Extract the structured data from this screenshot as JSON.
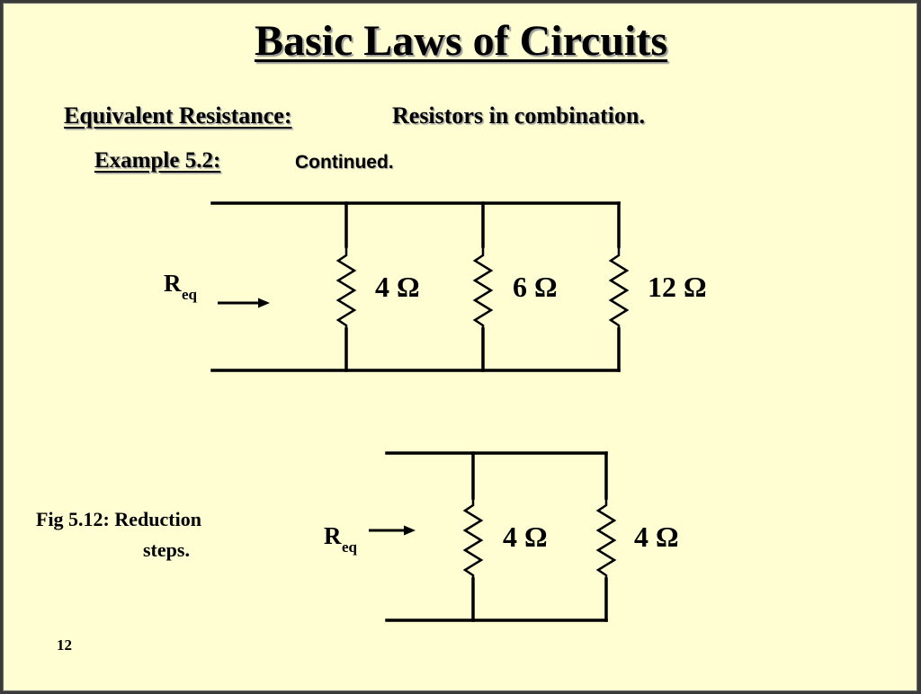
{
  "title": "Basic Laws of Circuits",
  "subtitle": {
    "label": "Equivalent Resistance:",
    "text": "Resistors in combination."
  },
  "example": {
    "label": "Example 5.2:",
    "text": "Continued."
  },
  "circuit_top": {
    "req_main": "R",
    "req_sub": "eq",
    "resistors": [
      "4 Ω",
      "6 Ω",
      "12 Ω"
    ]
  },
  "circuit_bottom": {
    "req_main": "R",
    "req_sub": "eq",
    "resistors": [
      "4 Ω",
      "4 Ω"
    ]
  },
  "figure_caption": {
    "line1": "Fig 5.12:  Reduction",
    "line2": "steps."
  },
  "page_number": "12"
}
